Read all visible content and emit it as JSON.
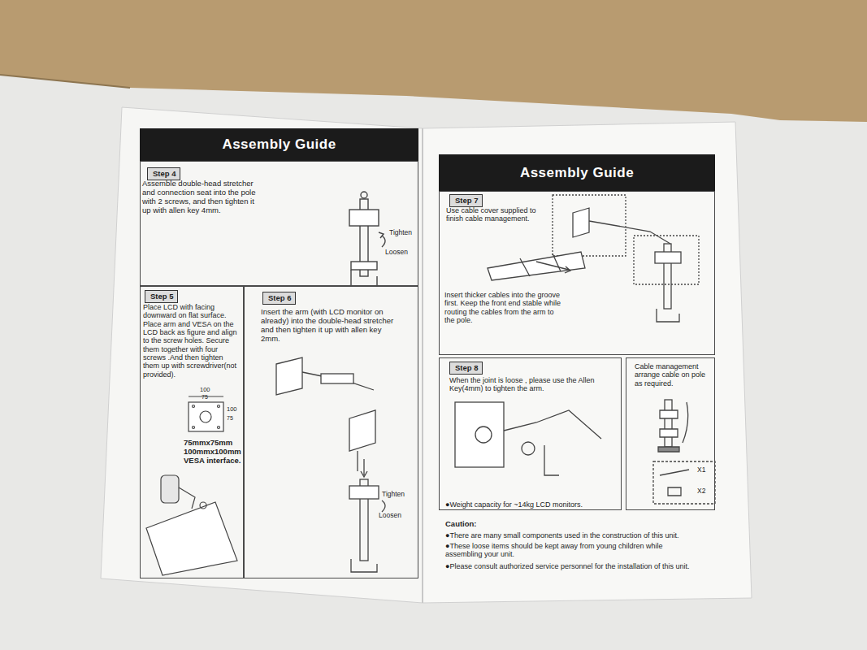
{
  "diagram": {
    "nodes": [
      {
        "text": [
          "Assembly Guide"
        ]
      },
      {
        "text": [
          "Assemble double-head stretcher and connection seat into the pole with 2 screws, and then tighten it up with allen key 4mm."
        ]
      },
      {
        "text": [
          "Step 4"
        ],
        "in": 1
      },
      {
        "text": [
          "Place LCD with facing downward on flat surface. Place arm and VESA on the LCD back as figure and align to the screw holes. Secure them together with four screws .And then tighten them up with screwdriver(not provided)."
        ]
      },
      {
        "text": [
          "Step 5"
        ],
        "in": 3
      },
      {
        "text": [
          "Insert the arm (with LCD monitor on already) into the double-head stretcher and then tighten it up with allen key 2mm."
        ]
      },
      {
        "text": [
          "Step 6"
        ],
        "in": 5
      },
      {
        "text": [
          "Assembly Guide"
        ]
      },
      {
        "text": [
          "Use cable cover supplied to finish cable management.",
          "Insert thicker cables into the groove first. Keep the front end stable while routing the cables from the arm to the pole."
        ]
      },
      {
        "text": [
          "Step 7"
        ],
        "in": 8
      },
      {
        "text": [
          "When the joint is loose , please use the Allen Key(4mm) to tighten the arm."
        ]
      },
      {
        "text": [
          "Step 8"
        ],
        "in": 10
      },
      {
        "text": [
          "Cable management arrange cable on pole as required."
        ]
      }
    ],
    "labels": [
      "Tighten",
      "Loosen",
      "100",
      "75",
      "100",
      "75",
      "75mmx75mm 100mmx100mm VESA interface.",
      "Tighten",
      "Loosen",
      "X1",
      "X2",
      "●Weight capacity for ~14kg LCD monitors.",
      "Caution:",
      "●There are many small components used in the construction of this unit.",
      "●These loose items should be kept away from young children while assembling your unit.",
      "●Please consult authorized service personnel for the installation of this unit."
    ]
  }
}
